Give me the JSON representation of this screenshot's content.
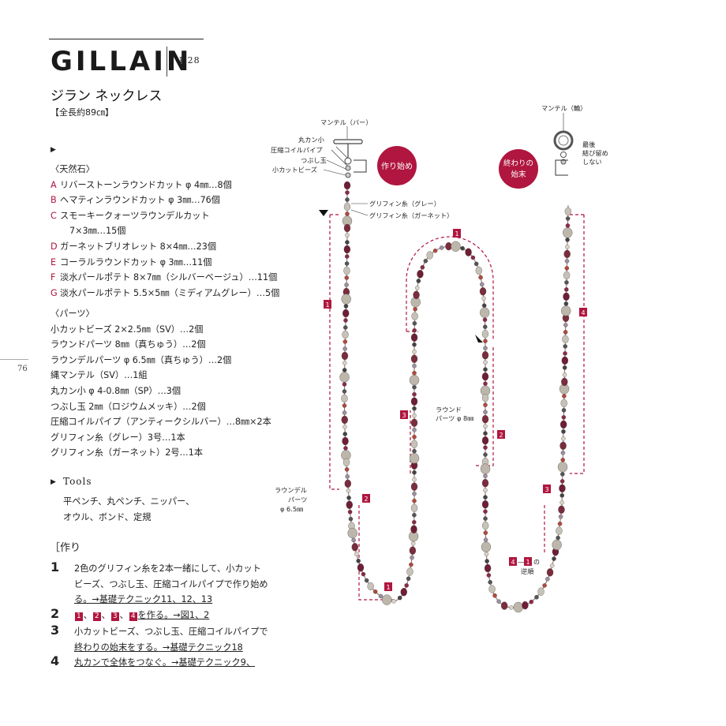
{
  "header": {
    "brand": "GILLAIN",
    "page_ref": "P.28",
    "title": "ジラン ネックレス",
    "length": "【全長約89㎝】",
    "side_page": "76"
  },
  "materials": {
    "natural_stones_label": "〈天然石〉",
    "stones": [
      {
        "letter": "A",
        "text": "リバーストーンラウンドカット φ 4㎜…8個"
      },
      {
        "letter": "B",
        "text": "ヘマティンラウンドカット φ 3㎜…76個"
      },
      {
        "letter": "C",
        "text": "スモーキークォーツラウンデルカット"
      },
      {
        "letter": "",
        "text": "7×3㎜…15個"
      },
      {
        "letter": "D",
        "text": "ガーネットブリオレット 8×4㎜…23個"
      },
      {
        "letter": "E",
        "text": "コーラルラウンドカット φ 3㎜…11個"
      },
      {
        "letter": "F",
        "text": "淡水パールポテト 8×7㎜（シルバーベージュ）…11個"
      },
      {
        "letter": "G",
        "text": "淡水パールポテト 5.5×5㎜（ミディアムグレー）…5個"
      }
    ],
    "parts_label": "〈パーツ〉",
    "parts": [
      "小カットビーズ 2×2.5㎜（SV）…2個",
      "ラウンドパーツ 8㎜（真ちゅう）…2個",
      "ラウンデルパーツ φ 6.5㎜（真ちゅう）…2個",
      "縄マンテル（SV）…1組",
      "丸カン小 φ 4-0.8㎜（SP）…3個",
      "つぶし玉 2㎜（ロジウムメッキ）…2個",
      "圧縮コイルパイプ（アンティークシルバー）…8㎜×2本",
      "グリフィン糸（グレー）3号…1本",
      "グリフィン糸（ガーネット）2号…1本"
    ]
  },
  "tools": {
    "label": "Tools",
    "lines": [
      "平ペンチ、丸ペンチ、ニッパー、",
      "オウル、ボンド、定規"
    ]
  },
  "instructions": {
    "heading": "［作り",
    "steps": [
      {
        "num": "1",
        "lines": [
          "2色のグリフィン糸を2本一緒にして、小カット",
          "ビーズ、つぶし玉、圧縮コイルパイプで作り始め",
          "る。→基礎テクニック11、12、13"
        ]
      },
      {
        "num": "2",
        "pre": "",
        "badges": [
          "1",
          "2",
          "3",
          "4"
        ],
        "post": "を作る。→図1、2"
      },
      {
        "num": "3",
        "lines": [
          "小カットビーズ、つぶし玉、圧縮コイルパイプで",
          "終わりの始末をする。→基礎テクニック18"
        ]
      },
      {
        "num": "4",
        "lines": [
          "丸カンで全体をつなぐ。→基礎テクニック9、"
        ]
      }
    ]
  },
  "diagram": {
    "labels": {
      "mantel_bar": "マンテル（バー）",
      "mantel_ring": "マンテル（輪）",
      "jump_ring_small": "丸カン小",
      "coil_pipe": "圧縮コイルパイプ",
      "crimp": "つぶし玉",
      "small_cut_beads": "小カットビーズ",
      "start": "作り始め",
      "end_line1": "終わりの",
      "end_line2": "始末",
      "last_knot_1": "最後",
      "last_knot_2": "結び留め",
      "last_knot_3": "しない",
      "griffin_gray": "グリフィン糸（グレー）",
      "griffin_garnet": "グリフィン糸（ガーネット）",
      "round_parts_1": "ラウンド",
      "round_parts_2": "パーツ φ 8㎜",
      "rondelle_1": "ラウンデル",
      "rondelle_2": "パーツ",
      "rondelle_3": "φ 6.5㎜",
      "reverse_order": "逆順",
      "reverse_suffix": "の"
    },
    "section_badges": [
      "1",
      "2",
      "3",
      "4"
    ],
    "accent_color": "#b0163f",
    "star_color": "#1d5d99"
  }
}
